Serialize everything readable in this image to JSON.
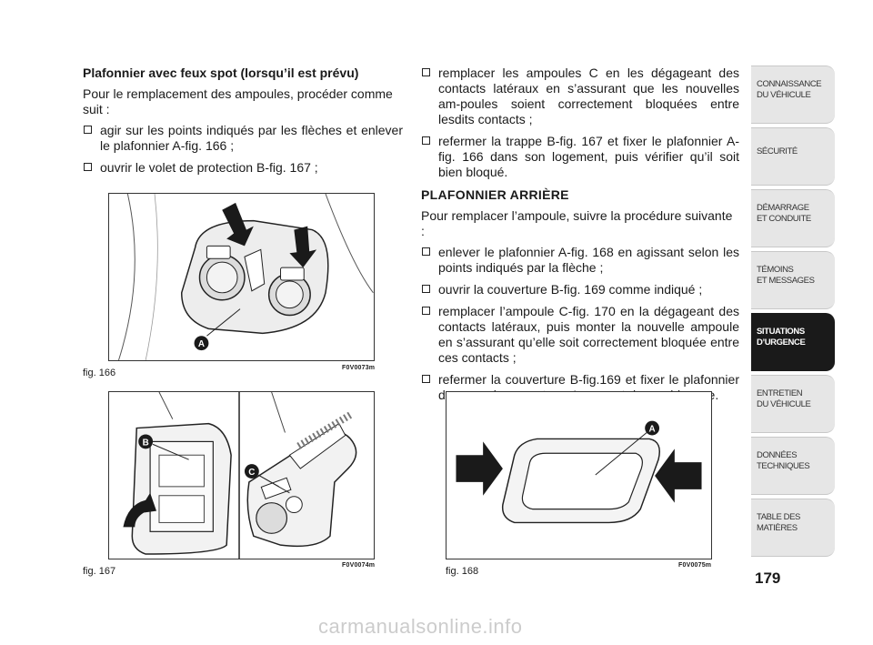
{
  "left_column": {
    "title": "Plafonnier avec feux spot (lorsqu’il est prévu)",
    "intro": "Pour le remplacement des ampoules, procéder comme suit :",
    "bullets": [
      "agir sur les points indiqués par les flèches et enlever le plafonnier A-fig. 166 ;",
      "ouvrir le volet de protection B-fig. 167 ;"
    ]
  },
  "right_column": {
    "bullets_top": [
      "remplacer les ampoules C en les dégageant des contacts latéraux en s’assurant que les nouvelles am-poules soient correctement bloquées entre lesdits contacts ;",
      "refermer la trappe B-fig. 167 et fixer le plafonnier A-fig. 166 dans son logement, puis vérifier qu’il soit bien bloqué."
    ],
    "section_title": "PLAFONNIER ARRIÈRE",
    "intro": "Pour remplacer l’ampoule, suivre la procédure suivante :",
    "bullets": [
      "enlever le plafonnier A-fig. 168 en agissant selon les points indiqués par la flèche ;",
      "ouvrir la couverture B-fig. 169 comme indiqué ;",
      "remplacer l’ampoule C-fig. 170 en la dégageant des contacts latéraux, puis monter la nouvelle ampoule en s’assurant qu’elle soit correctement bloquée entre ces contacts ;",
      "refermer la couverture B-fig.169 et fixer le plafonnier dans son logement en s’assurant de son blocage."
    ]
  },
  "figures": {
    "fig166": {
      "label": "fig. 166",
      "code": "F0V0073m",
      "callout": "A"
    },
    "fig167": {
      "label": "fig. 167",
      "code": "F0V0074m",
      "callout_b": "B",
      "callout_c": "C"
    },
    "fig168": {
      "label": "fig. 168",
      "code": "F0V0075m",
      "callout": "A"
    }
  },
  "sidebar": {
    "tabs": [
      {
        "line1": "CONNAISSANCE",
        "line2": "DU VÉHICULE",
        "active": false
      },
      {
        "line1": "SÉCURITÉ",
        "line2": "",
        "active": false
      },
      {
        "line1": "DÉMARRAGE",
        "line2": "ET CONDUITE",
        "active": false
      },
      {
        "line1": "TÉMOINS",
        "line2": "ET MESSAGES",
        "active": false
      },
      {
        "line1": "SITUATIONS",
        "line2": "D’URGENCE",
        "active": true
      },
      {
        "line1": "ENTRETIEN",
        "line2": "DU VÉHICULE",
        "active": false
      },
      {
        "line1": "DONNÉES",
        "line2": "TECHNIQUES",
        "active": false
      },
      {
        "line1": "TABLE DES",
        "line2": "MATIÈRES",
        "active": false
      }
    ]
  },
  "page_number": "179",
  "watermark": "carmanualsonline.info",
  "colors": {
    "active_tab": "#1a1a1a",
    "tab": "#e6e6e6",
    "arrow": "#1a1a1a"
  }
}
